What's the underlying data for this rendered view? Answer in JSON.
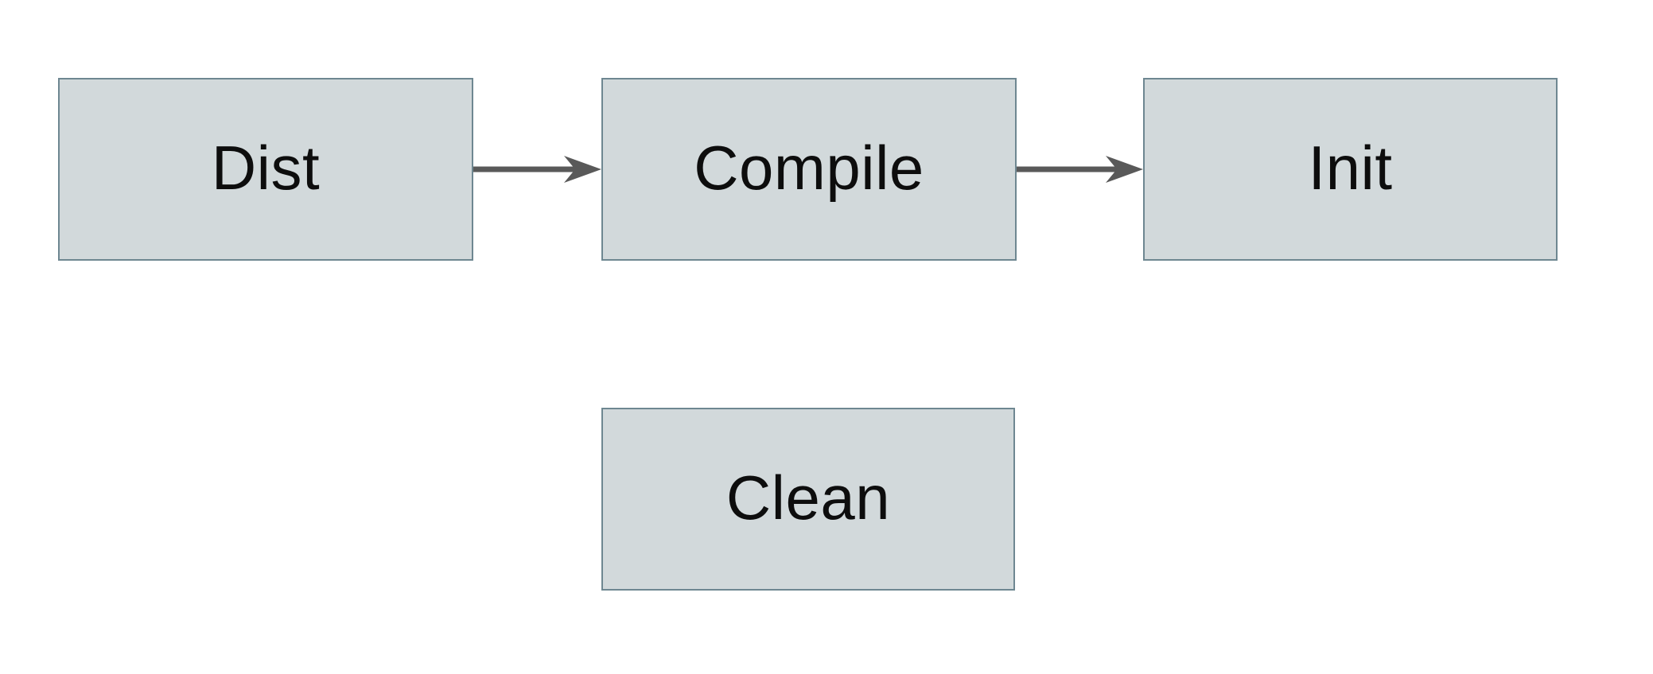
{
  "diagram": {
    "nodes": [
      {
        "id": "dist",
        "label": "Dist"
      },
      {
        "id": "compile",
        "label": "Compile"
      },
      {
        "id": "init",
        "label": "Init"
      },
      {
        "id": "clean",
        "label": "Clean"
      }
    ],
    "edges": [
      {
        "from": "dist",
        "to": "compile",
        "style": "solid-arrow"
      },
      {
        "from": "compile",
        "to": "init",
        "style": "solid-arrow"
      }
    ]
  },
  "colors": {
    "box_fill": "#d2d9db",
    "box_border": "#6e8791",
    "arrow": "#595959",
    "text": "#0d0d0d",
    "background": "#ffffff"
  }
}
